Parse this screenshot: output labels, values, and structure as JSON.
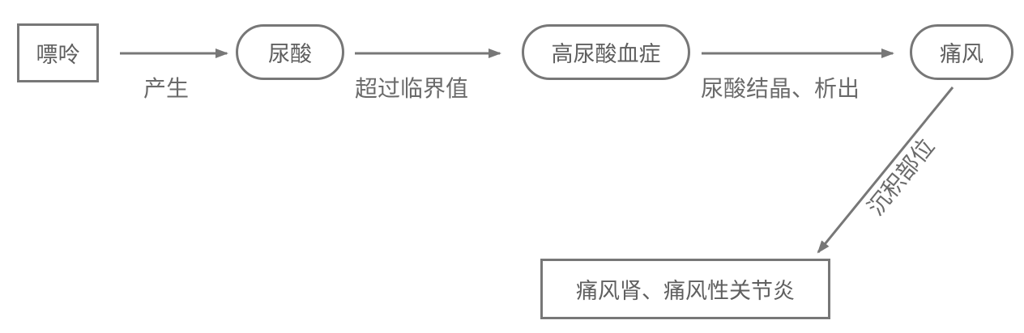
{
  "nodes": {
    "purine": "嘌呤",
    "uric_acid": "尿酸",
    "hyperuricemia": "高尿酸血症",
    "gout": "痛风",
    "gout_kidney_arthritis": "痛风肾、痛风性关节炎"
  },
  "edges": {
    "produce": "产生",
    "exceed_threshold": "超过临界值",
    "crystallize": "尿酸结晶、析出",
    "deposit_site": "沉积部位"
  },
  "colors": {
    "stroke": "#777777",
    "text": "#5f5f5f"
  }
}
